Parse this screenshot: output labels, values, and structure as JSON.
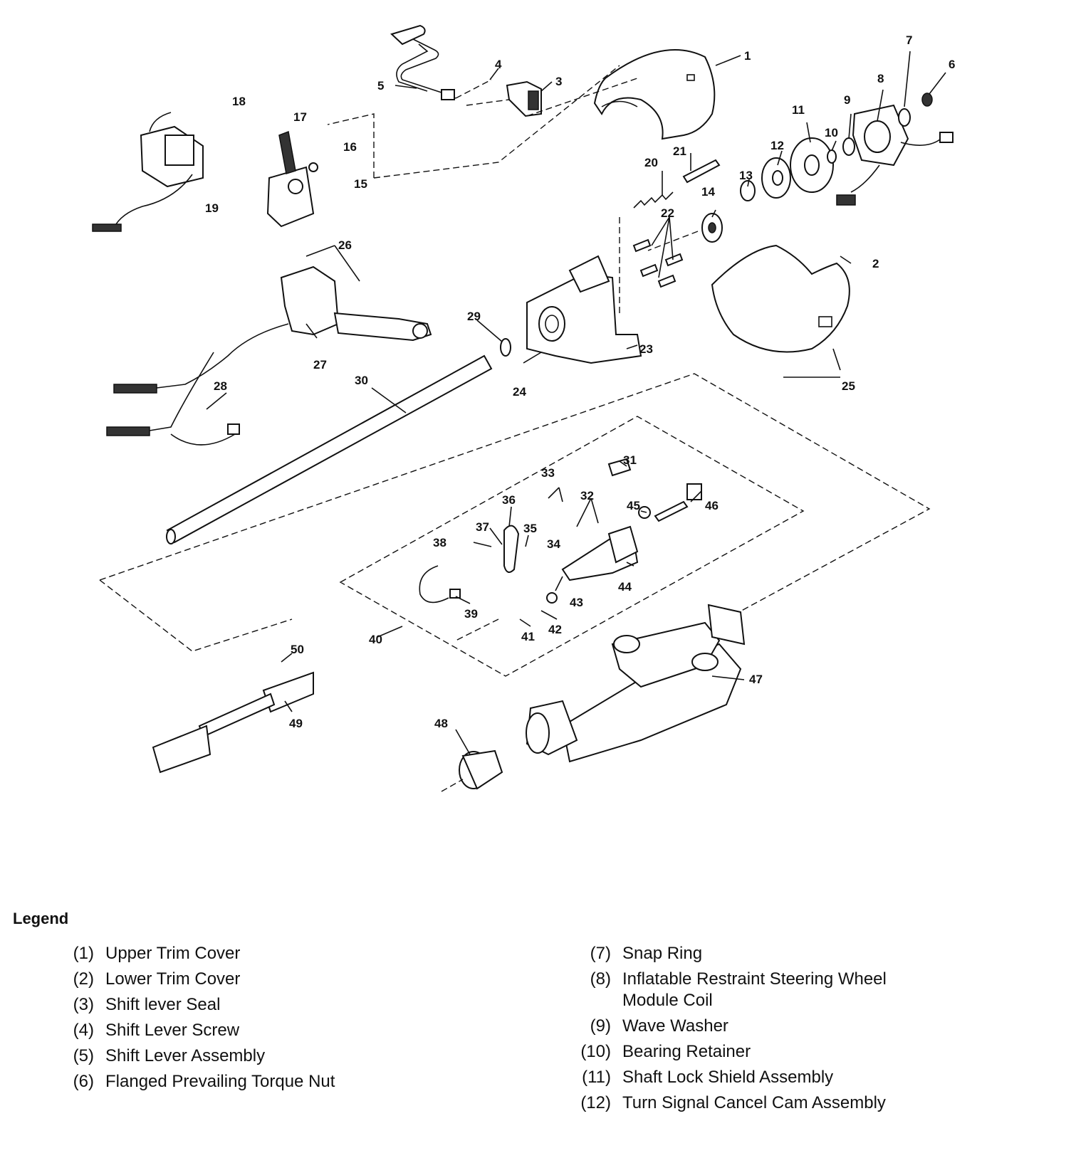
{
  "callouts": [
    "1",
    "2",
    "3",
    "4",
    "5",
    "6",
    "7",
    "8",
    "9",
    "10",
    "11",
    "12",
    "13",
    "14",
    "15",
    "16",
    "17",
    "18",
    "19",
    "20",
    "21",
    "22",
    "23",
    "24",
    "25",
    "26",
    "27",
    "28",
    "29",
    "30",
    "31",
    "32",
    "33",
    "34",
    "35",
    "36",
    "37",
    "38",
    "39",
    "40",
    "41",
    "42",
    "43",
    "44",
    "45",
    "46",
    "47",
    "48",
    "49",
    "50"
  ],
  "legend": {
    "title": "Legend",
    "left": [
      {
        "num": "(1)",
        "text": "Upper Trim Cover"
      },
      {
        "num": "(2)",
        "text": "Lower Trim Cover"
      },
      {
        "num": "(3)",
        "text": "Shift lever Seal"
      },
      {
        "num": "(4)",
        "text": "Shift Lever Screw"
      },
      {
        "num": "(5)",
        "text": "Shift Lever Assembly"
      },
      {
        "num": "(6)",
        "text": "Flanged Prevailing Torque Nut"
      }
    ],
    "right": [
      {
        "num": "(7)",
        "text": "Snap Ring"
      },
      {
        "num": "(8)",
        "text": "Inflatable Restraint Steering Wheel Module Coil"
      },
      {
        "num": "(9)",
        "text": "Wave Washer"
      },
      {
        "num": "(10)",
        "text": "Bearing Retainer"
      },
      {
        "num": "(11)",
        "text": "Shaft Lock Shield Assembly"
      },
      {
        "num": "(12)",
        "text": "Turn Signal Cancel Cam Assembly"
      }
    ]
  }
}
